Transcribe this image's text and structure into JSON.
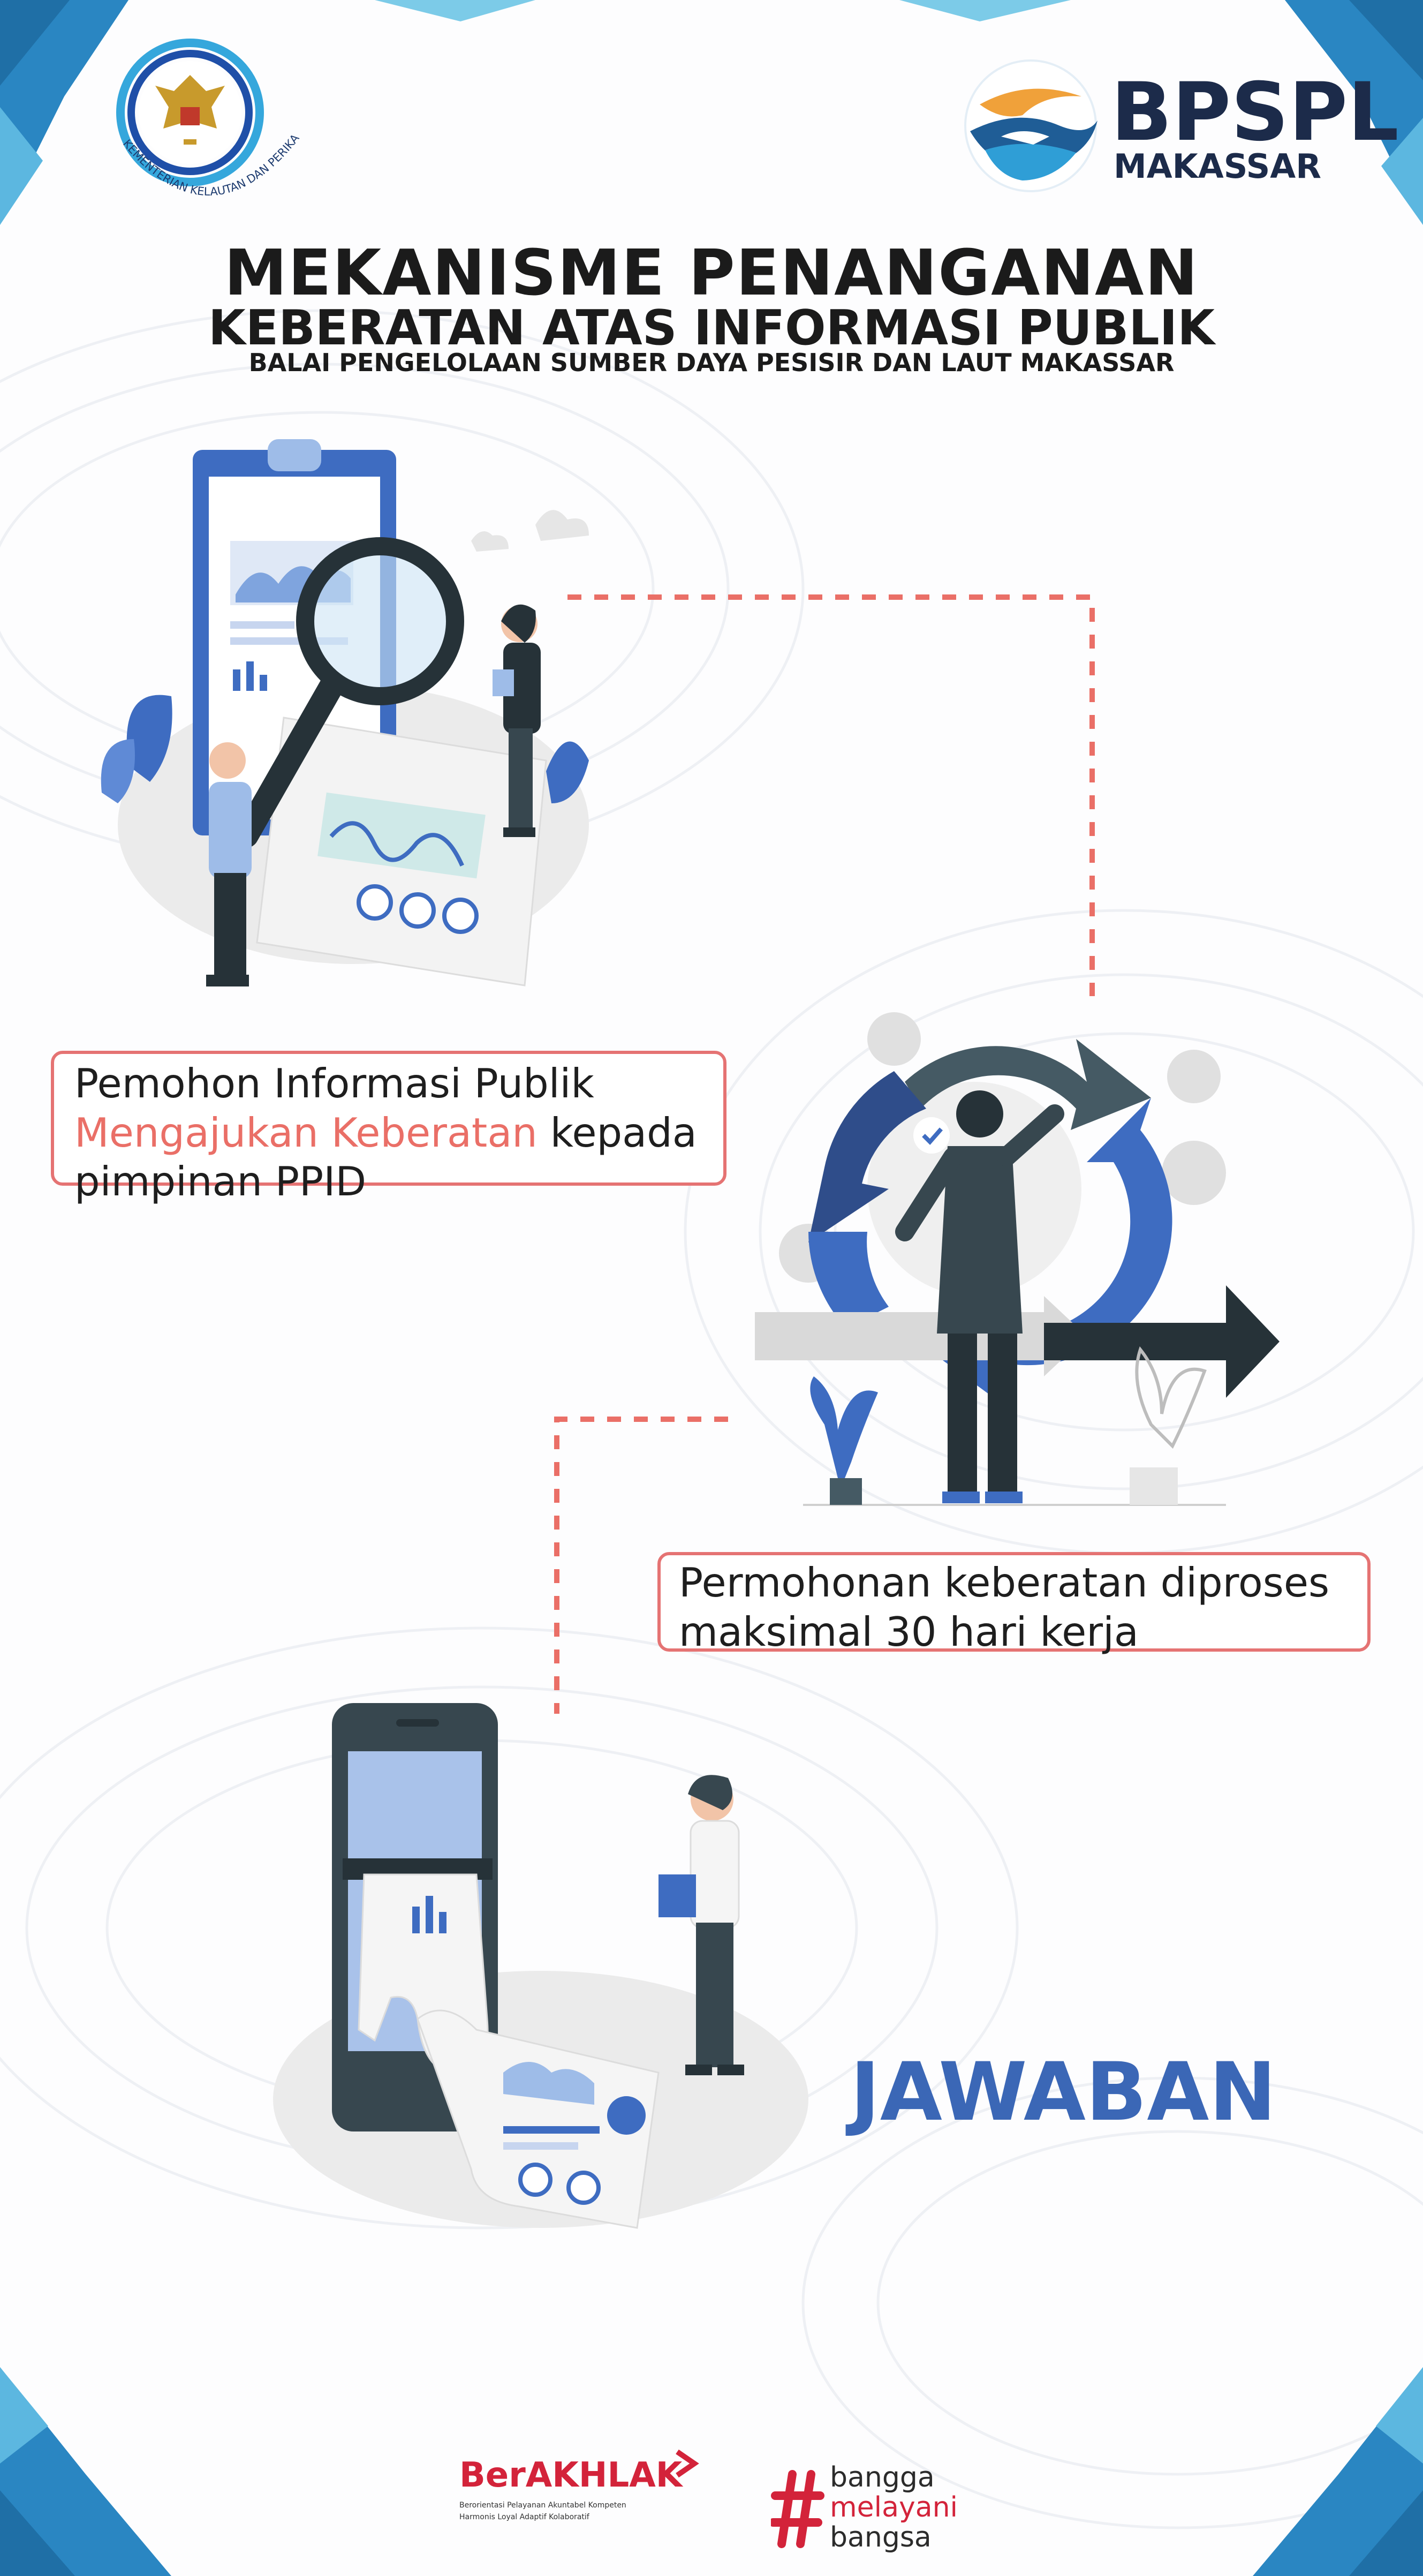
{
  "logos": {
    "kkp_ring_text": "KEMENTERIAN KELAUTAN DAN PERIKANAN",
    "bpspl_name": "BPSPL",
    "bpspl_city": "MAKASSAR"
  },
  "header": {
    "title_line1": "MEKANISME PENANGANAN",
    "title_line2": "KEBERATAN ATAS INFORMASI PUBLIK",
    "title_line3": "BALAI PENGELOLAAN SUMBER DAYA PESISIR DAN LAUT MAKASSAR"
  },
  "steps": {
    "step1": {
      "line1": "Pemohon Informasi Publik",
      "highlight": "Mengajukan Keberatan",
      "line2_rest": " kepada",
      "line3": "pimpinan PPID"
    },
    "step2": {
      "line1": "Permohonan keberatan diproses",
      "line2": "maksimal 30 hari kerja"
    },
    "step3": {
      "label": "JAWABAN"
    }
  },
  "footer": {
    "berakhlak_title": "BerAKHLAK",
    "berakhlak_line1": "Berorientasi Pelayanan Akuntabel Kompeten",
    "berakhlak_line2": "Harmonis Loyal Adaptif Kolaboratif",
    "hashtag_line1": "bangga",
    "hashtag_line2": "melayani",
    "hashtag_line3": "bangsa"
  },
  "colors": {
    "accent_red": "#ea6f67",
    "brand_blue": "#3b67b6",
    "navy": "#1c2b4a",
    "corner_blue": "#2f8fc6",
    "footer_red": "#d3233a"
  }
}
